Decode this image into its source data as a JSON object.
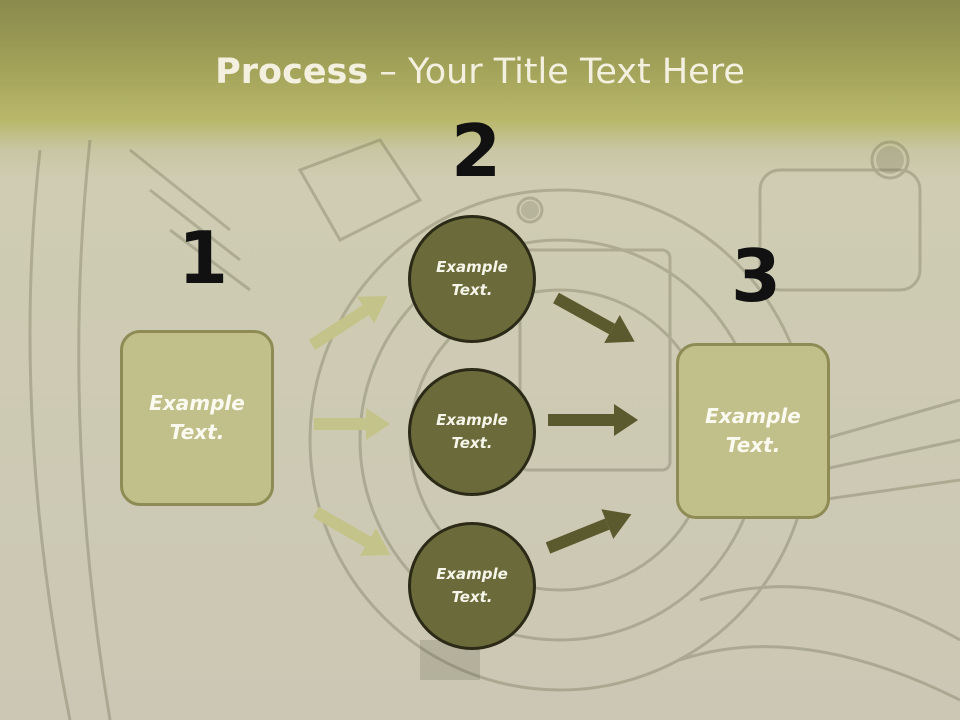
{
  "title": {
    "bold": "Process",
    "rest": " – Your Title Text Here"
  },
  "steps": {
    "one": {
      "number": "1",
      "text": "Example Text."
    },
    "two": {
      "number": "2",
      "items": [
        "Example Text.",
        "Example Text.",
        "Example Text."
      ]
    },
    "three": {
      "number": "3",
      "text": "Example Text."
    }
  },
  "colors": {
    "box_fill": "#c2c08a",
    "box_border": "#8e8c54",
    "circle_fill": "#6b6a3a",
    "circle_border": "#2a2a16",
    "left_arrows": "#c4c48a",
    "right_arrows": "#5a5a2e",
    "header_band": "#a3a35a"
  }
}
